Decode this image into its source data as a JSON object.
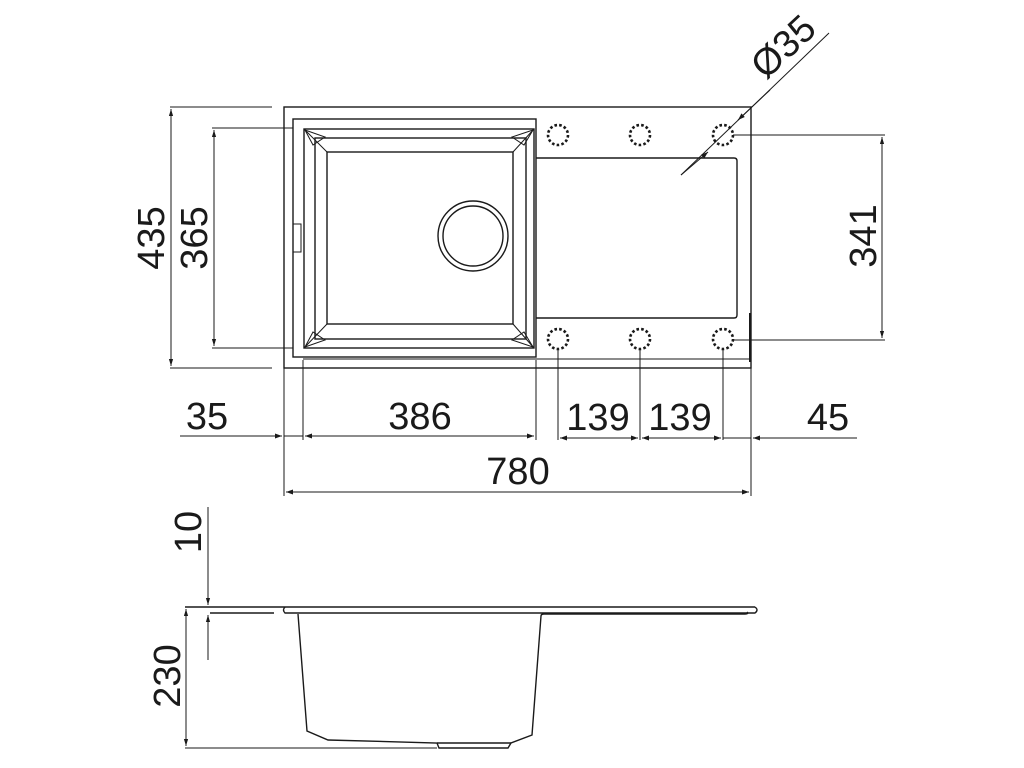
{
  "drawing": {
    "title": "Sink technical drawing",
    "units": "mm",
    "line_color": "#1a1a1a",
    "background": "#ffffff"
  },
  "top_view": {
    "dimensions": {
      "overall_width": "780",
      "overall_depth": "435",
      "bowl_depth_outer": "365",
      "left_offset": "35",
      "bowl_width": "386",
      "tap_hole_spacing_1": "139",
      "tap_hole_spacing_2": "139",
      "right_offset": "45",
      "tap_hole_row_spacing": "341",
      "tap_hole_diameter": "Ø35"
    },
    "features": [
      "bowl",
      "drain-hole",
      "overflow-slot",
      "drainer-area",
      "tap-hole-positions"
    ]
  },
  "side_view": {
    "dimensions": {
      "rim_thickness": "10",
      "bowl_height": "230"
    }
  }
}
